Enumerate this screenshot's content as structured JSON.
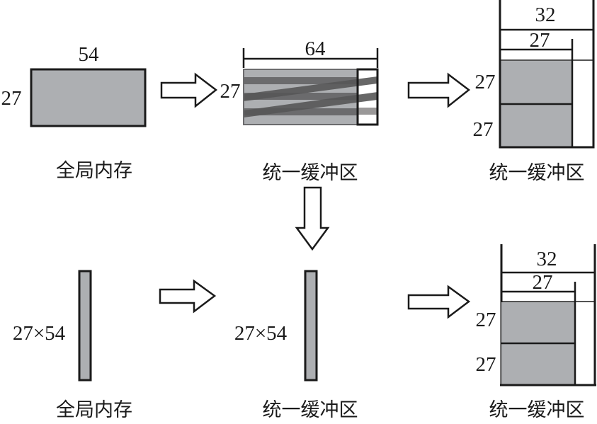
{
  "top_row": {
    "global_memory": {
      "width_label": "54",
      "height_label": "27",
      "caption": "全局内存"
    },
    "buffer_mid": {
      "width_label": "64",
      "height_label": "27",
      "caption": "统一缓冲区"
    },
    "buffer_right": {
      "outer_width_label": "32",
      "inner_width_label": "27",
      "row1_label": "27",
      "row2_label": "27",
      "caption": "统一缓冲区"
    }
  },
  "bottom_row": {
    "global_memory": {
      "size_label": "27×54",
      "caption": "全局内存"
    },
    "buffer_mid": {
      "size_label": "27×54",
      "caption": "统一缓冲区"
    },
    "buffer_right": {
      "outer_width_label": "32",
      "inner_width_label": "27",
      "row1_label": "27",
      "row2_label": "27",
      "caption": "统一缓冲区"
    }
  },
  "colors": {
    "fill_gray": "#adafb2",
    "stripe_dark": "#6b6b6d",
    "line": "#1a1a1a"
  }
}
